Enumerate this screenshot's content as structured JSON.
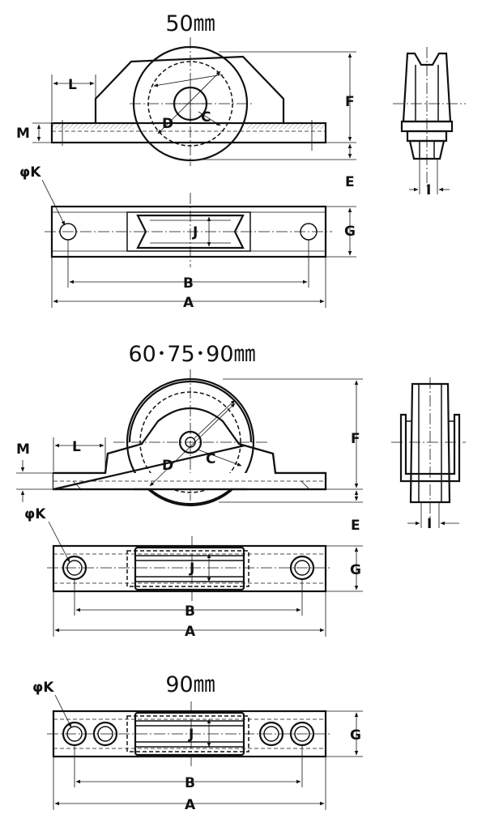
{
  "sections": [
    {
      "title": "50㎜"
    },
    {
      "title": "60･75･90㎜"
    },
    {
      "title": "90㎜"
    }
  ],
  "labels": {
    "A": "A",
    "B": "B",
    "C": "C",
    "D": "D",
    "E": "E",
    "F": "F",
    "G": "G",
    "I": "I",
    "J": "J",
    "L": "L",
    "M": "M",
    "K": "φK"
  }
}
